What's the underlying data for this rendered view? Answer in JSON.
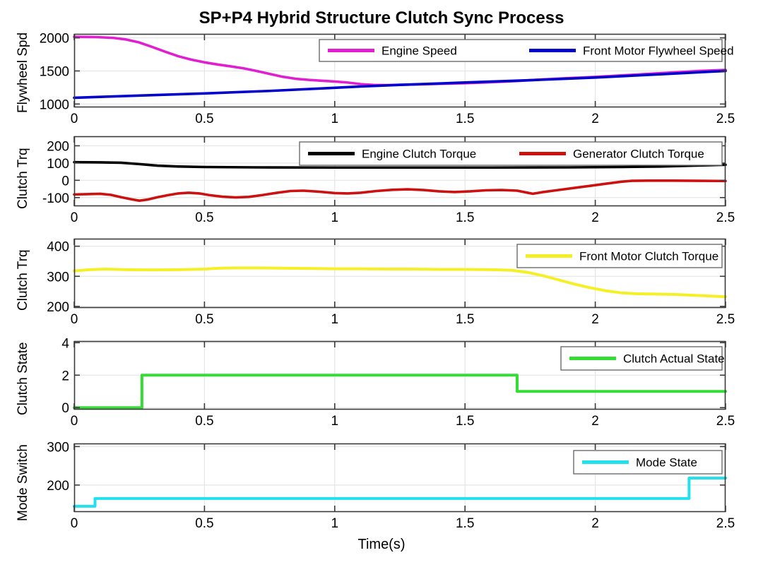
{
  "figure": {
    "title": "SP+P4 Hybrid Structure Clutch Sync Process",
    "xlabel": "Time(s)",
    "background": "#FFFFFF",
    "axis_color": "#3A3A3A",
    "grid_color": "#E6E6E6"
  },
  "axes": {
    "xticks": [
      "0",
      "0.5",
      "1",
      "1.5",
      "2",
      "2.5"
    ],
    "xtick_values": [
      0,
      0.5,
      1,
      1.5,
      2,
      2.5
    ],
    "xlim": [
      0,
      2.5
    ]
  },
  "panels": [
    {
      "id": "flywheel-speed",
      "ylabel": "Flywheel Spd",
      "yticks": [
        "1000",
        "1500",
        "2000"
      ],
      "ytick_values": [
        1000,
        1500,
        2000
      ],
      "ylim": [
        950,
        2060
      ],
      "legend": [
        {
          "label": "Engine Speed",
          "color": "#E020D0"
        },
        {
          "label": "Front Motor Flywheel Speed",
          "color": "#0000CC"
        }
      ]
    },
    {
      "id": "clutch-torque-engine-generator",
      "ylabel": "Clutch Trq",
      "yticks": [
        "200",
        "100",
        "0",
        "-100"
      ],
      "ytick_values": [
        200,
        100,
        0,
        -100
      ],
      "ylim": [
        -150,
        255
      ],
      "legend": [
        {
          "label": "Engine Clutch Torque",
          "color": "#000000"
        },
        {
          "label": "Generator Clutch Torque",
          "color": "#CC1111"
        }
      ]
    },
    {
      "id": "clutch-torque-front-motor",
      "ylabel": "Clutch Trq",
      "yticks": [
        "200",
        "300",
        "400"
      ],
      "ytick_values": [
        200,
        300,
        400
      ],
      "ylim": [
        195,
        425
      ],
      "legend": [
        {
          "label": "Front Motor Clutch Torque",
          "color": "#F5F025"
        }
      ]
    },
    {
      "id": "clutch-state",
      "ylabel": "Clutch State",
      "yticks": [
        "0",
        "2",
        "4"
      ],
      "ytick_values": [
        0,
        2,
        4
      ],
      "ylim": [
        -0.12,
        4.1
      ],
      "legend": [
        {
          "label": "Clutch Actual State",
          "color": "#33DD33"
        }
      ]
    },
    {
      "id": "mode-switch",
      "ylabel": "Mode Switch",
      "yticks": [
        "200",
        "300"
      ],
      "ytick_values": [
        200,
        300
      ],
      "ylim": [
        130,
        308
      ],
      "legend": [
        {
          "label": "Mode State",
          "color": "#22E0EE"
        }
      ]
    }
  ],
  "chart_data": {
    "type": "line",
    "title": "SP+P4 Hybrid Structure Clutch Sync Process",
    "xlabel": "Time(s)",
    "xlim": [
      0,
      2.5
    ],
    "grid": true,
    "legend_position": "inside-top-right",
    "subplots": [
      {
        "id": "flywheel-speed",
        "ylabel": "Flywheel Spd",
        "ylim": [
          950,
          2060
        ],
        "yticks": [
          1000,
          1500,
          2000
        ],
        "series": [
          {
            "name": "Engine Speed",
            "color": "#E020D0",
            "x": [
              0,
              0.08,
              0.15,
              0.2,
              0.25,
              0.3,
              0.35,
              0.4,
              0.45,
              0.5,
              0.55,
              0.6,
              0.65,
              0.7,
              0.75,
              0.8,
              0.85,
              0.9,
              0.95,
              1.0,
              1.05,
              1.1,
              1.15,
              1.2,
              1.3,
              1.4,
              1.5,
              1.6,
              1.7,
              1.8,
              1.9,
              2.0,
              2.1,
              2.2,
              2.3,
              2.4,
              2.5
            ],
            "values": [
              2015,
              2012,
              2000,
              1975,
              1930,
              1862,
              1790,
              1722,
              1670,
              1630,
              1598,
              1570,
              1540,
              1500,
              1455,
              1412,
              1382,
              1365,
              1352,
              1340,
              1325,
              1300,
              1288,
              1285,
              1295,
              1305,
              1315,
              1330,
              1348,
              1372,
              1392,
              1410,
              1432,
              1455,
              1478,
              1500,
              1515
            ]
          },
          {
            "name": "Front Motor Flywheel Speed",
            "color": "#0000CC",
            "x": [
              0,
              0.25,
              0.5,
              0.75,
              1.0,
              1.1,
              1.25,
              1.5,
              1.75,
              2.0,
              2.25,
              2.5
            ],
            "values": [
              1095,
              1128,
              1160,
              1198,
              1245,
              1265,
              1290,
              1325,
              1360,
              1400,
              1450,
              1500
            ]
          }
        ]
      },
      {
        "id": "clutch-torque-engine-generator",
        "ylabel": "Clutch Trq",
        "ylim": [
          -150,
          255
        ],
        "yticks": [
          200,
          100,
          0,
          -100
        ],
        "series": [
          {
            "name": "Engine Clutch Torque",
            "color": "#000000",
            "x": [
              0,
              0.1,
              0.18,
              0.25,
              0.32,
              0.4,
              0.5,
              0.7,
              1.0,
              1.3,
              1.6,
              1.9,
              2.1,
              2.25,
              2.35,
              2.45,
              2.5
            ],
            "values": [
              105,
              104,
              102,
              94,
              85,
              80,
              77,
              75,
              74,
              74,
              74,
              75,
              77,
              80,
              84,
              88,
              90
            ]
          },
          {
            "name": "Generator Clutch Torque",
            "color": "#CC1111",
            "x": [
              0,
              0.05,
              0.1,
              0.14,
              0.18,
              0.22,
              0.25,
              0.28,
              0.32,
              0.36,
              0.4,
              0.44,
              0.48,
              0.52,
              0.57,
              0.62,
              0.67,
              0.72,
              0.78,
              0.83,
              0.88,
              0.94,
              1.0,
              1.05,
              1.1,
              1.16,
              1.22,
              1.28,
              1.34,
              1.4,
              1.46,
              1.52,
              1.58,
              1.64,
              1.7,
              1.74,
              1.76,
              1.8,
              1.86,
              1.92,
              1.98,
              2.04,
              2.1,
              2.14,
              2.2,
              2.3,
              2.4,
              2.5
            ],
            "values": [
              -82,
              -80,
              -78,
              -84,
              -98,
              -110,
              -118,
              -112,
              -98,
              -86,
              -76,
              -72,
              -76,
              -86,
              -95,
              -99,
              -96,
              -86,
              -72,
              -62,
              -60,
              -66,
              -74,
              -76,
              -72,
              -62,
              -55,
              -52,
              -56,
              -64,
              -68,
              -64,
              -58,
              -56,
              -60,
              -72,
              -78,
              -68,
              -56,
              -44,
              -32,
              -20,
              -8,
              -3,
              -2,
              -2,
              -3,
              -4
            ]
          }
        ]
      },
      {
        "id": "clutch-torque-front-motor",
        "ylabel": "Clutch Trq",
        "ylim": [
          195,
          425
        ],
        "yticks": [
          200,
          300,
          400
        ],
        "series": [
          {
            "name": "Front Motor Clutch Torque",
            "color": "#F5F025",
            "x": [
              0,
              0.06,
              0.12,
              0.2,
              0.3,
              0.4,
              0.5,
              0.56,
              0.62,
              0.7,
              0.8,
              0.9,
              1.0,
              1.1,
              1.2,
              1.3,
              1.4,
              1.5,
              1.6,
              1.68,
              1.74,
              1.8,
              1.86,
              1.92,
              1.98,
              2.04,
              2.1,
              2.16,
              2.22,
              2.3,
              2.4,
              2.5
            ],
            "values": [
              318,
              322,
              324,
              322,
              321,
              322,
              324,
              327,
              328,
              328,
              327,
              326,
              325,
              325,
              324,
              324,
              323,
              323,
              322,
              320,
              313,
              302,
              288,
              274,
              262,
              252,
              245,
              242,
              241,
              240,
              236,
              232
            ]
          }
        ]
      },
      {
        "id": "clutch-state",
        "ylabel": "Clutch State",
        "ylim": [
          -0.12,
          4.1
        ],
        "yticks": [
          0,
          2,
          4
        ],
        "type": "step",
        "series": [
          {
            "name": "Clutch Actual State",
            "color": "#33DD33",
            "x": [
              0,
              0.26,
              0.26,
              1.7,
              1.7,
              2.5
            ],
            "values": [
              0,
              0,
              2,
              2,
              1,
              1
            ]
          }
        ],
        "transitions": [
          {
            "time": 0.26,
            "from": 0,
            "to": 2
          },
          {
            "time": 1.7,
            "from": 2,
            "to": 1
          }
        ]
      },
      {
        "id": "mode-switch",
        "ylabel": "Mode Switch",
        "ylim": [
          130,
          308
        ],
        "yticks": [
          200,
          300
        ],
        "type": "step",
        "series": [
          {
            "name": "Mode State",
            "color": "#22E0EE",
            "x": [
              0,
              0.08,
              0.08,
              2.36,
              2.36,
              2.5
            ],
            "values": [
              145,
              145,
              165,
              165,
              218,
              218
            ]
          }
        ],
        "transitions": [
          {
            "time": 0.08,
            "from": 145,
            "to": 165
          },
          {
            "time": 2.36,
            "from": 165,
            "to": 218
          }
        ]
      }
    ]
  }
}
